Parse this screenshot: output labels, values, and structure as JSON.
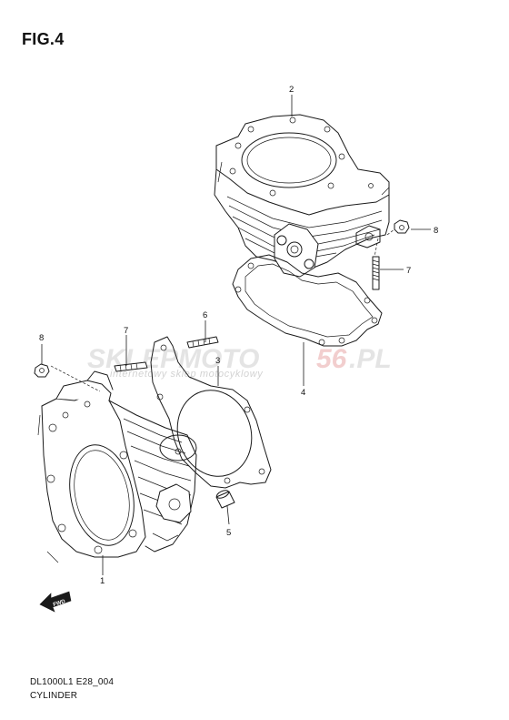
{
  "figure_label": "FIG.4",
  "diagram_code": "DL1000L1 E28_004",
  "diagram_name": "CYLINDER",
  "watermark": {
    "brand_main": "SKLEPMOTO",
    "brand_accent": "56",
    "brand_tld": ".PL",
    "subtitle": "internetowy sklep motocyklowy"
  },
  "direction_badge": "FWD",
  "callouts": {
    "cylinder_front": "1",
    "cylinder_rear": "2",
    "gasket_front": "3",
    "gasket_rear": "4",
    "dowel_pin": "5",
    "stud_front": "6",
    "stud_front_b": "7",
    "stud_rear": "7",
    "nut_front": "8",
    "nut_rear": "8"
  }
}
